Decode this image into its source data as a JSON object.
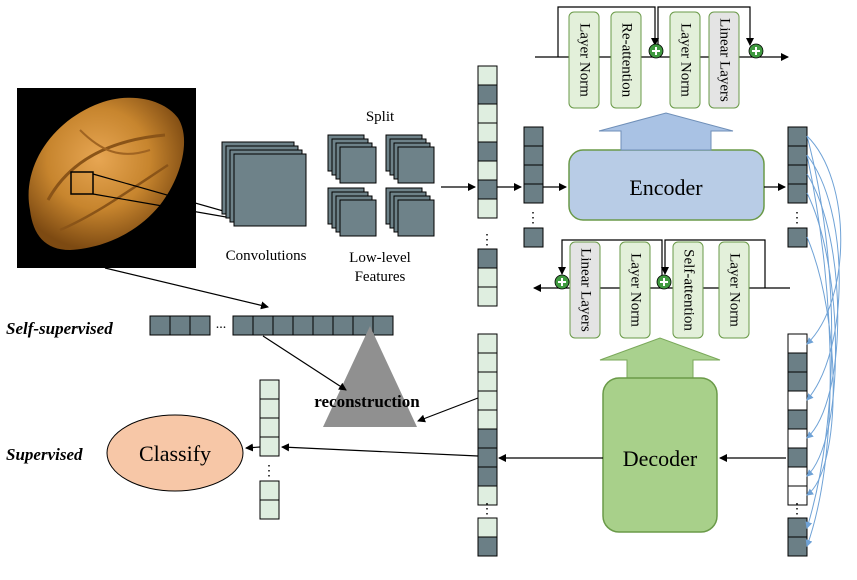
{
  "labels": {
    "split": "Split",
    "convolutions": "Convolutions",
    "low_level_1": "Low-level",
    "low_level_2": "Features",
    "self_supervised": "Self-supervised",
    "supervised": "Supervised",
    "reconstruction": "reconstruction",
    "classify": "Classify",
    "encoder": "Encoder",
    "decoder": "Decoder",
    "ellipsis": "...",
    "vdots": "⋮"
  },
  "encoder_block": [
    "Layer Norm",
    "Re-attention",
    "Layer Norm",
    "Linear Layers"
  ],
  "decoder_block": [
    "Linear Layers",
    "Layer Norm",
    "Self-attention",
    "Layer Norm"
  ],
  "colors": {
    "token_fill": "#dfeee0",
    "token_dark": "#6b7f86",
    "patch": "#6e8289",
    "encoder_fill": "#b8cce6",
    "encoder_arrow": "#a9c2e4",
    "decoder_fill": "#a8d08a",
    "decoder_arrow": "#a9d18e",
    "classify_fill": "#f7c7a7",
    "triangle": "#909090",
    "plus_green": "#3f9a3f",
    "skip_blue": "#6fa2d6"
  },
  "icons": {
    "input_image": "pecan-nut-photo",
    "residual_add": "plus-circle-icon"
  }
}
